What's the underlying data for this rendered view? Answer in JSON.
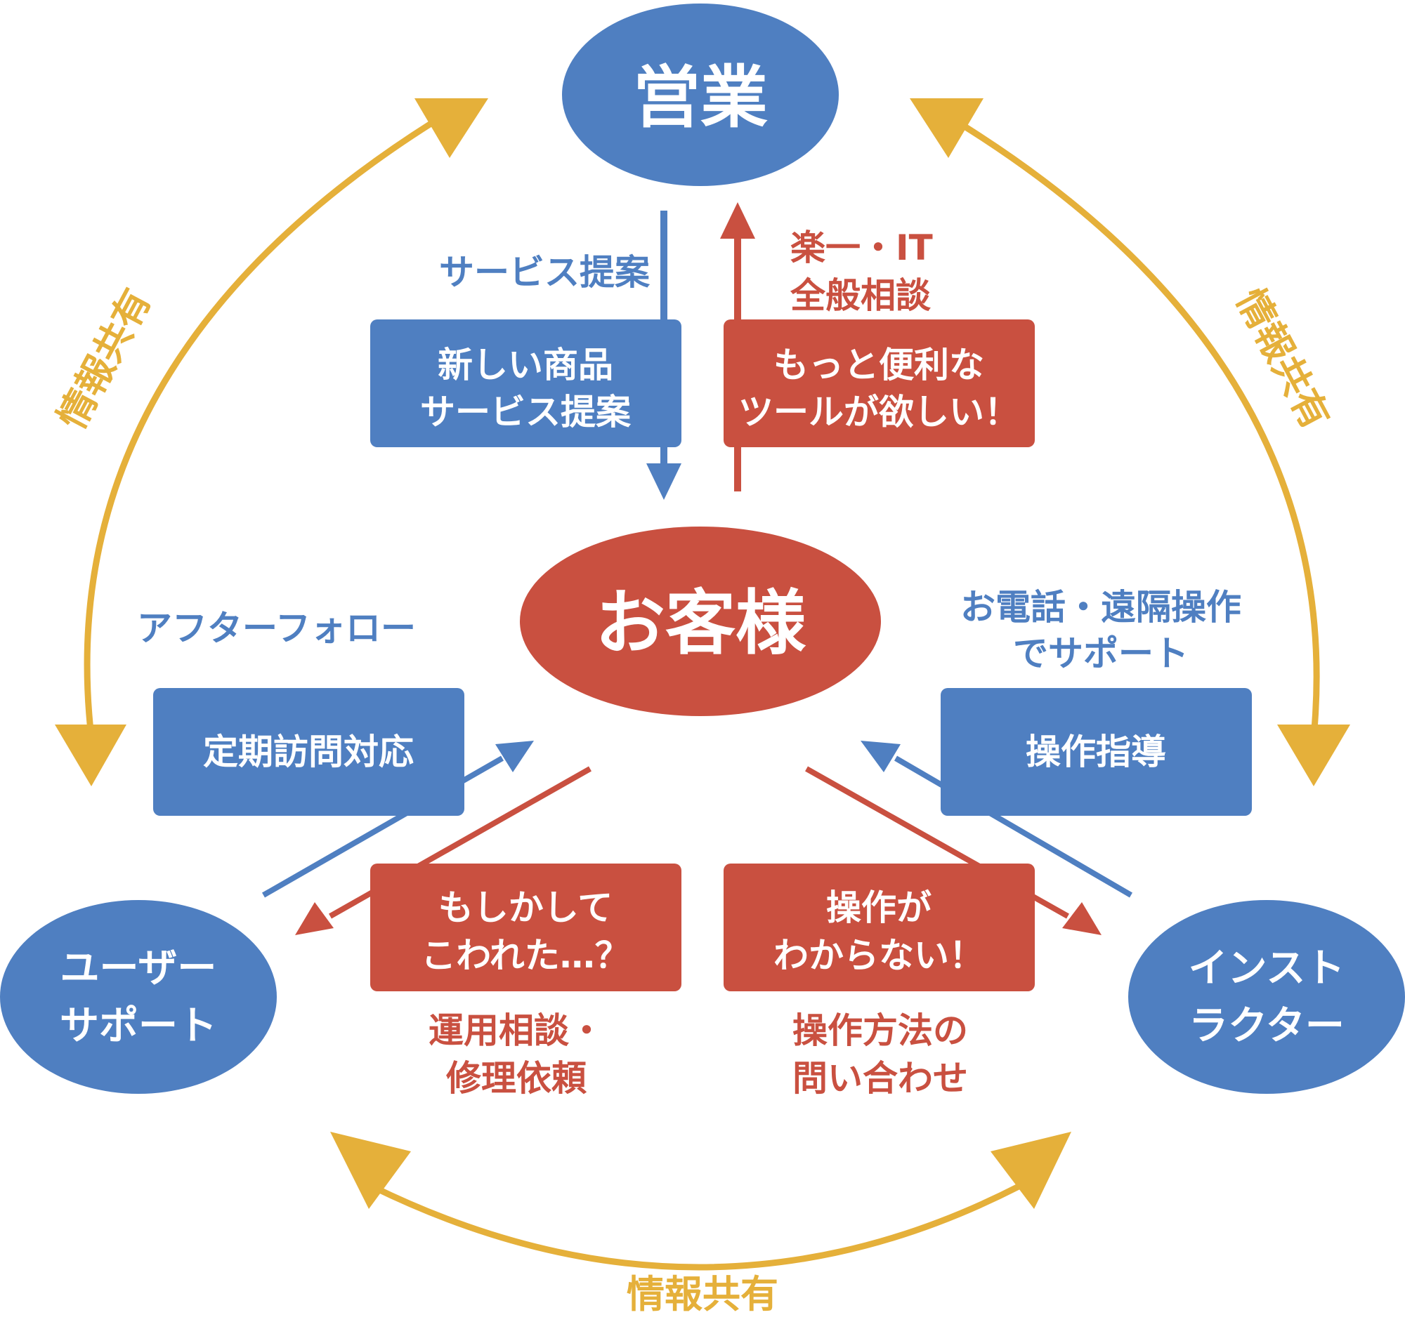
{
  "colors": {
    "blue": "#4f7fc1",
    "red": "#c95040",
    "gold": "#e5b03a",
    "white": "#ffffff"
  },
  "nodes": {
    "sales": "営業",
    "customer": "お客様",
    "user_support": [
      "ユーザー",
      "サポート"
    ],
    "instructor": [
      "インスト",
      "ラクター"
    ]
  },
  "boxes": {
    "new_products": [
      "新しい商品",
      "サービス提案"
    ],
    "better_tools": [
      "もっと便利な",
      "ツールが欲しい！"
    ],
    "regular_visit": [
      "定期訪問対応"
    ],
    "broken": [
      "もしかして",
      "こわれた…？"
    ],
    "dont_understand": [
      "操作が",
      "わからない！"
    ],
    "operation_guidance": [
      "操作指導"
    ]
  },
  "labels": {
    "service_proposal": "サービス提案",
    "it_consult": [
      "楽一・IT",
      "全般相談"
    ],
    "after_follow": "アフターフォロー",
    "phone_remote": [
      "お電話・遠隔操作",
      "でサポート"
    ],
    "operation_repair": [
      "運用相談・",
      "修理依頼"
    ],
    "operation_inquiry": [
      "操作方法の",
      "問い合わせ"
    ]
  },
  "info_share": {
    "left": "情報共有",
    "right": "情報共有",
    "bottom": "情報共有"
  },
  "icons": [
    "arrow-down-icon",
    "arrow-up-icon",
    "double-arrow-icon"
  ]
}
